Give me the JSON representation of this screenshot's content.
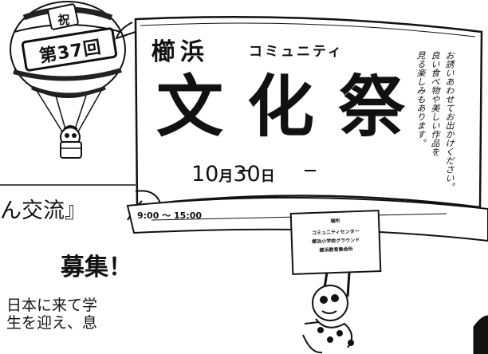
{
  "balloon": {
    "top_char": "祝",
    "edition": "第37回"
  },
  "signboard": {
    "place_name": "櫛浜",
    "community": "コミュニティ",
    "title": "文化祭",
    "message_columns": [
      "お誘いあわせてお出かけください。",
      "良い食べ物や美しい作品を",
      "見る楽しみもあります。"
    ],
    "date_month": "10",
    "month_unit": "月",
    "date_day": "30",
    "day_unit": "日",
    "time": "9:00 ～ 15:00"
  },
  "placard": {
    "heading": "場所",
    "venues": [
      "コミュニティセンター",
      "櫛浜小学校グラウンド",
      "櫛浜教育集会所"
    ]
  },
  "left_article": {
    "headline_fragment": "ん交流』",
    "subhead_fragment": "募集！",
    "body_lines": [
      "日本に来て学",
      "生を迎え、息"
    ]
  }
}
